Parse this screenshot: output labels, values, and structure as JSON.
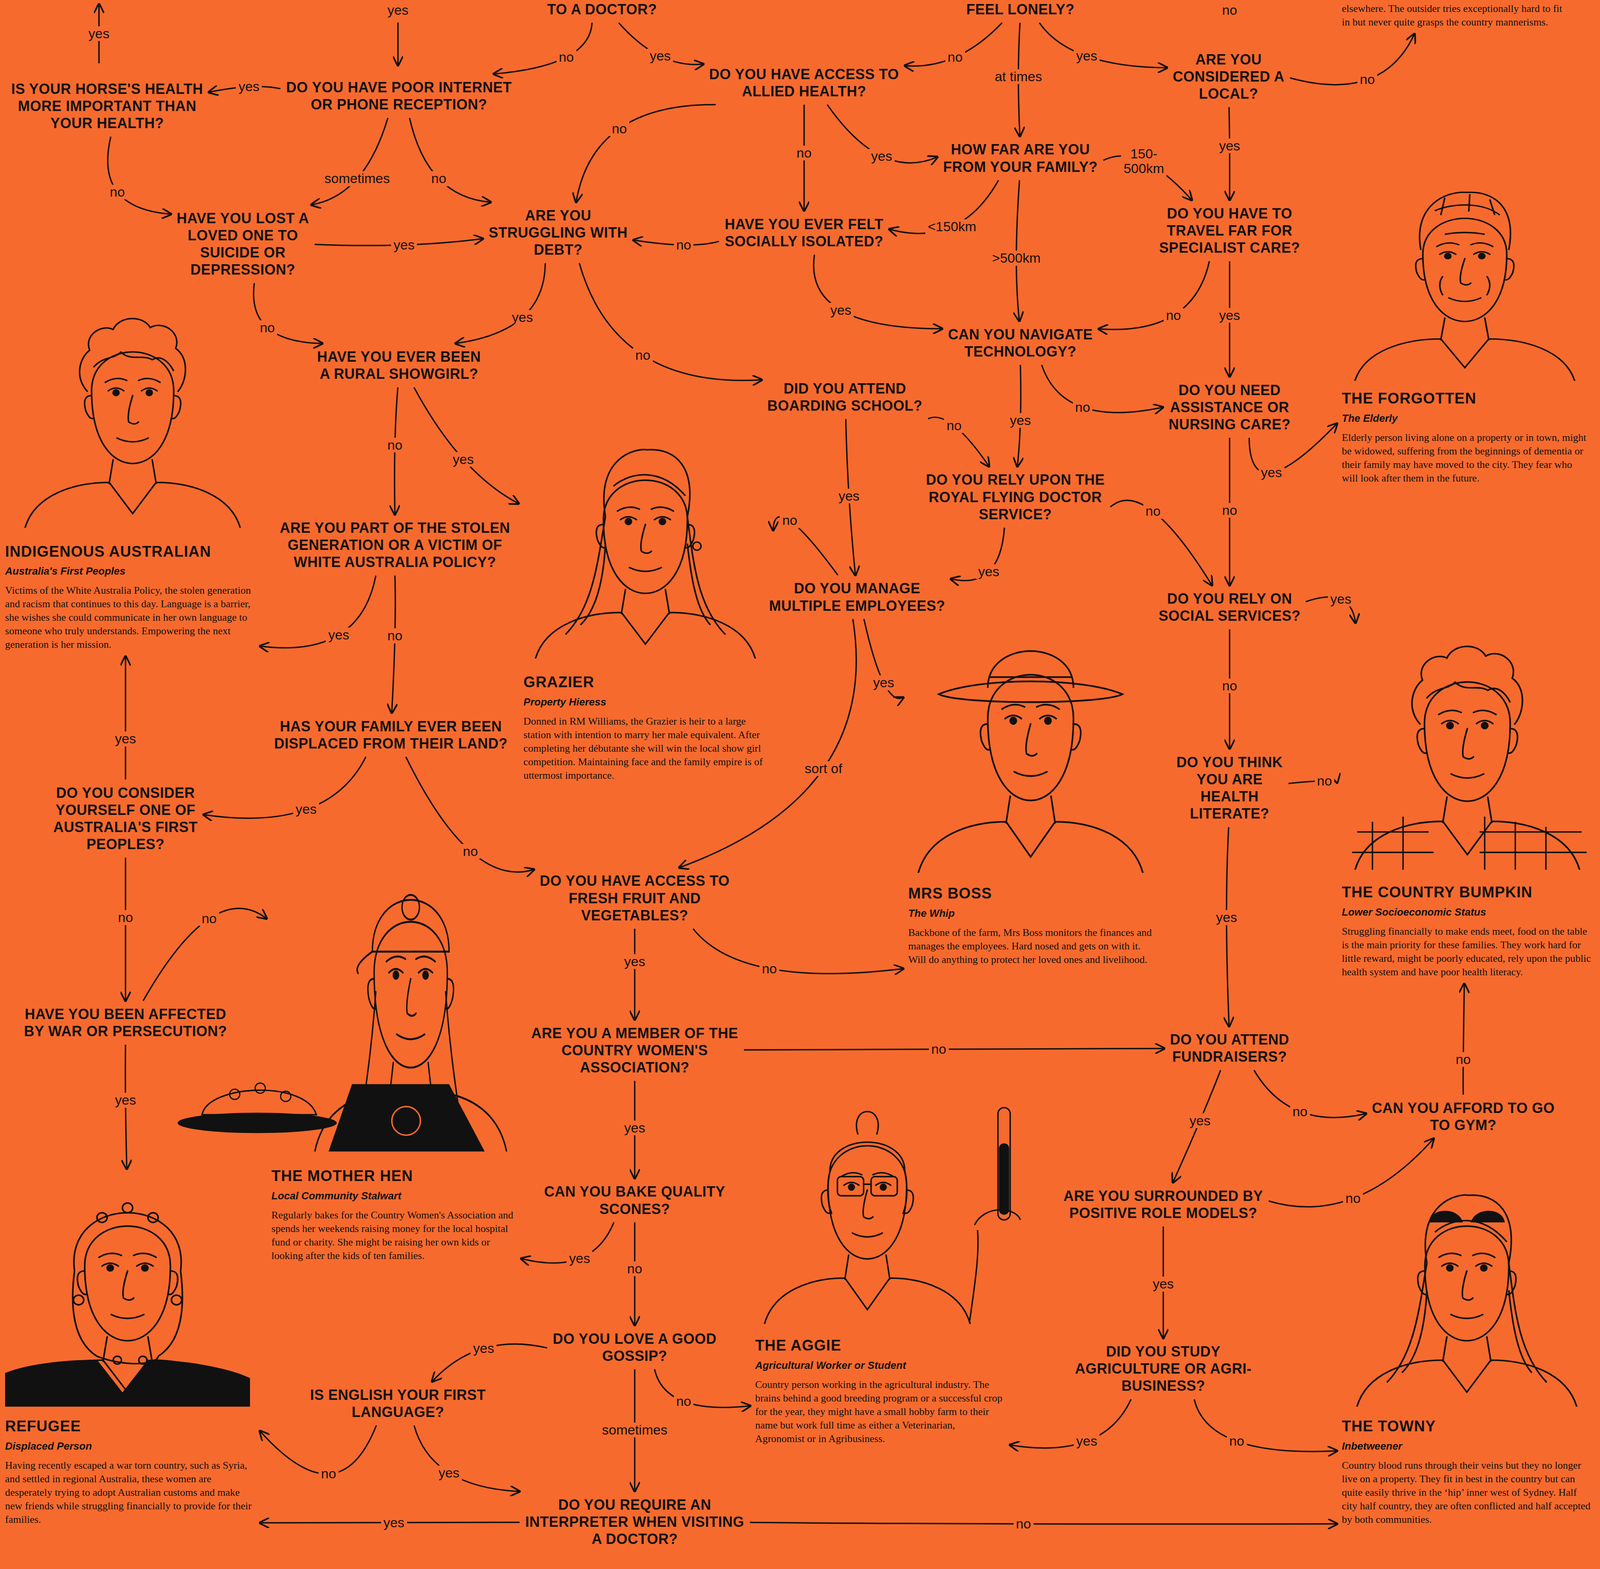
{
  "diagram": {
    "nodes": [
      {
        "text": [
          "TO A DOCTOR?"
        ]
      },
      {
        "text": [
          "FEEL LONELY?"
        ]
      },
      {
        "text": [
          "IS YOUR HORSE'S HEALTH MORE IMPORTANT THAN YOUR HEALTH?"
        ]
      },
      {
        "text": [
          "DO YOU HAVE POOR INTERNET OR PHONE RECEPTION?"
        ]
      },
      {
        "text": [
          "DO YOU HAVE ACCESS TO ALLIED HEALTH?"
        ]
      },
      {
        "text": [
          "ARE YOU CONSIDERED A LOCAL?"
        ]
      },
      {
        "text": [
          "elsewhere. The outsider tries exceptionally hard to fit in but never quite grasps the country mannerisms."
        ]
      },
      {
        "text": [
          "HAVE YOU LOST A LOVED ONE TO SUICIDE OR DEPRESSION?"
        ]
      },
      {
        "text": [
          "ARE YOU STRUGGLING WITH DEBT?"
        ]
      },
      {
        "text": [
          "HAVE YOU EVER FELT SOCIALLY ISOLATED?"
        ]
      },
      {
        "text": [
          "HOW FAR ARE YOU FROM YOUR FAMILY?"
        ]
      },
      {
        "text": [
          "DO YOU HAVE TO TRAVEL FAR FOR SPECIALIST CARE?"
        ]
      },
      {
        "text": [
          "THE FORGOTTEN",
          "The Elderly",
          "Elderly person living alone on a property or in town, might be widowed, suffering from the beginnings of dementia or their family may have moved to the city. They fear who will look after them in the future."
        ]
      },
      {
        "text": [
          "INDIGENOUS AUSTRALIAN",
          "Australia's First Peoples",
          "Victims of the White Australia Policy, the stolen generation and racism that continues to this day. Language is a barrier, she wishes she could communicate in her own language to someone who truly understands. Empowering the next generation is her mission."
        ]
      },
      {
        "text": [
          "HAVE YOU EVER BEEN A RURAL SHOWGIRL?"
        ]
      },
      {
        "text": [
          "CAN YOU NAVIGATE TECHNOLOGY?"
        ]
      },
      {
        "text": [
          "DID YOU ATTEND BOARDING SCHOOL?"
        ]
      },
      {
        "text": [
          "DO YOU NEED ASSISTANCE OR NURSING CARE?"
        ]
      },
      {
        "text": [
          "ARE YOU PART OF THE STOLEN GENERATION OR A VICTIM OF WHITE AUSTRALIA POLICY?"
        ]
      },
      {
        "text": [
          "GRAZIER",
          "Property Hieress",
          "Donned in RM Williams, the Grazier is heir to a large station with intention to marry her male equivalent. After completing her débutante she will win the local show girl competition. Maintaining face and the family empire is of uttermost importance."
        ]
      },
      {
        "text": [
          "DO YOU RELY UPON THE ROYAL FLYING DOCTOR SERVICE?"
        ]
      },
      {
        "text": [
          "DO YOU MANAGE MULTIPLE EMPLOYEES?"
        ]
      },
      {
        "text": [
          "DO YOU RELY ON SOCIAL SERVICES?"
        ]
      },
      {
        "text": [
          "MRS BOSS",
          "The Whip",
          "Backbone of the farm, Mrs Boss monitors the finances and manages the employees. Hard nosed and gets on with it. Will do anything to protect her loved ones and livelihood."
        ]
      },
      {
        "text": [
          "HAS YOUR FAMILY EVER BEEN DISPLACED FROM THEIR LAND?"
        ]
      },
      {
        "text": [
          "DO YOU CONSIDER YOURSELF ONE OF AUSTRALIA'S FIRST PEOPLES?"
        ]
      },
      {
        "text": [
          "DO YOU THINK YOU ARE HEALTH LITERATE?"
        ]
      },
      {
        "text": [
          "THE COUNTRY BUMPKIN",
          "Lower Socioeconomic Status",
          "Struggling financially to make ends meet, food on the table is the main priority for these families. They work hard for little reward, might be poorly educated, rely upon the public health system and have poor health literacy."
        ]
      },
      {
        "text": [
          "DO YOU HAVE ACCESS TO FRESH FRUIT AND VEGETABLES?"
        ]
      },
      {
        "text": [
          "HAVE YOU BEEN AFFECTED BY WAR OR PERSECUTION?"
        ]
      },
      {
        "text": [
          "THE MOTHER HEN",
          "Local Community Stalwart",
          "Regularly bakes for the Country Women's Association and spends her weekends raising money for the local hospital fund or charity. She might be raising her own kids or looking after the kids of ten families."
        ]
      },
      {
        "text": [
          "ARE YOU A MEMBER OF THE COUNTRY WOMEN'S ASSOCIATION?"
        ]
      },
      {
        "text": [
          "DO YOU ATTEND FUNDRAISERS?"
        ]
      },
      {
        "text": [
          "CAN YOU AFFORD TO GO TO GYM?"
        ]
      },
      {
        "text": [
          "REFUGEE",
          "Displaced Person",
          "Having recently escaped a war torn country, such as Syria, and settled in regional Australia, these women are desperately trying to adopt Australian customs and make new friends while struggling financially to provide for their families."
        ]
      },
      {
        "text": [
          "CAN YOU BAKE QUALITY SCONES?"
        ]
      },
      {
        "text": [
          "THE AGGIE",
          "Agricultural Worker or Student",
          "Country person working in the agricultural industry. The brains behind a good breeding program or a successful crop for the year, they might have a small hobby farm to their name but work full time as either a Veterinarian, Agronomist or in Agribusiness."
        ]
      },
      {
        "text": [
          "ARE YOU SURROUNDED BY POSITIVE ROLE MODELS?"
        ]
      },
      {
        "text": [
          "THE TOWNY",
          "Inbetweener",
          "Country blood runs through their veins but they no longer live on a property. They fit in best in the country but can quite easily thrive in the ‘hip’ inner west of Sydney. Half city half country, they are often conflicted and half accepted by both communities."
        ]
      },
      {
        "text": [
          "DO YOU LOVE A GOOD GOSSIP?"
        ]
      },
      {
        "text": [
          "DID YOU STUDY AGRICULTURE OR AGRI-BUSINESS?"
        ]
      },
      {
        "text": [
          "IS ENGLISH YOUR FIRST LANGUAGE?"
        ]
      },
      {
        "text": [
          "DO YOU REQUIRE AN INTERPRETER WHEN VISITING A DOCTOR?"
        ]
      }
    ],
    "edges": [
      {
        "from": 0,
        "to": 3,
        "label": "no",
        "arrow": "to"
      },
      {
        "from": 0,
        "to": 4,
        "label": "yes",
        "arrow": "to"
      },
      {
        "from": 1,
        "to": 4,
        "label": "no",
        "arrow": "to"
      },
      {
        "from": 1,
        "to": 10,
        "label": "at times",
        "arrow": "to"
      },
      {
        "from": 1,
        "to": 5,
        "label": "yes",
        "arrow": "to"
      },
      {
        "from": 3,
        "to": 2,
        "label": "yes",
        "arrow": "to"
      },
      {
        "from": 5,
        "to": 6,
        "label": "no",
        "arrow": "to"
      },
      {
        "from": 2,
        "to": 7,
        "label": "no",
        "arrow": "to"
      },
      {
        "from": 3,
        "to": 7,
        "label": "sometimes",
        "arrow": "to"
      },
      {
        "from": 3,
        "to": 8,
        "label": "no",
        "arrow": "to"
      },
      {
        "from": 4,
        "to": 8,
        "label": "no",
        "arrow": "to"
      },
      {
        "from": 4,
        "to": 9,
        "label": "no",
        "arrow": "to"
      },
      {
        "from": 4,
        "to": 10,
        "label": "yes",
        "arrow": "to"
      },
      {
        "from": 7,
        "to": 8,
        "label": "yes",
        "arrow": "to"
      },
      {
        "from": 9,
        "to": 8,
        "label": "no",
        "arrow": "to"
      },
      {
        "from": 10,
        "to": 9,
        "label": "<150km",
        "arrow": "to"
      },
      {
        "from": 10,
        "to": 11,
        "label": "150- 500km",
        "arrow": "to"
      },
      {
        "from": 10,
        "to": 15,
        "label": ">500km",
        "arrow": "to"
      },
      {
        "from": 5,
        "to": 11,
        "label": "yes",
        "arrow": "to"
      },
      {
        "from": 7,
        "to": 14,
        "label": "no",
        "arrow": "to"
      },
      {
        "from": 8,
        "to": 14,
        "label": "yes",
        "arrow": "to"
      },
      {
        "from": 8,
        "to": 16,
        "label": "no",
        "arrow": "to"
      },
      {
        "from": 9,
        "to": 15,
        "label": "yes",
        "arrow": "to"
      },
      {
        "from": 11,
        "to": 15,
        "label": "no",
        "arrow": "to"
      },
      {
        "from": 11,
        "to": 17,
        "label": "yes",
        "arrow": "to"
      },
      {
        "from": 15,
        "to": 20,
        "label": "yes",
        "arrow": "to"
      },
      {
        "from": 15,
        "to": 17,
        "label": "no",
        "arrow": "to"
      },
      {
        "from": 16,
        "to": 20,
        "label": "no",
        "arrow": "to"
      },
      {
        "from": 16,
        "to": 21,
        "label": "yes",
        "arrow": "to"
      },
      {
        "from": 14,
        "to": 18,
        "label": "no",
        "arrow": "to"
      },
      {
        "from": 14,
        "to": 19,
        "label": "yes",
        "arrow": "to"
      },
      {
        "from": 21,
        "to": 19,
        "label": "no",
        "arrow": "to"
      },
      {
        "from": 20,
        "to": 21,
        "label": "yes",
        "arrow": "to"
      },
      {
        "from": 20,
        "to": 22,
        "label": "no",
        "arrow": "to"
      },
      {
        "from": 17,
        "to": 12,
        "label": "yes",
        "arrow": "to"
      },
      {
        "from": 17,
        "to": 22,
        "label": "no",
        "arrow": "to"
      },
      {
        "from": 18,
        "to": 13,
        "label": "yes",
        "arrow": "to"
      },
      {
        "from": 18,
        "to": 24,
        "label": "no",
        "arrow": "to"
      },
      {
        "from": 21,
        "to": 23,
        "label": "yes",
        "arrow": "to"
      },
      {
        "from": 21,
        "to": 28,
        "label": "sort of",
        "arrow": "to"
      },
      {
        "from": 22,
        "to": 27,
        "label": "yes",
        "arrow": "to"
      },
      {
        "from": 22,
        "to": 26,
        "label": "no",
        "arrow": "to"
      },
      {
        "from": 24,
        "to": 25,
        "label": "yes",
        "arrow": "to"
      },
      {
        "from": 24,
        "to": 28,
        "label": "no",
        "arrow": "to"
      },
      {
        "from": 25,
        "to": 13,
        "label": "yes",
        "arrow": "to"
      },
      {
        "from": 25,
        "to": 29,
        "label": "no",
        "arrow": "to"
      },
      {
        "from": 26,
        "to": 27,
        "label": "no",
        "arrow": "to"
      },
      {
        "from": 26,
        "to": 32,
        "label": "yes",
        "arrow": "to"
      },
      {
        "from": 28,
        "to": 23,
        "label": "no",
        "arrow": "to"
      },
      {
        "from": 28,
        "to": 31,
        "label": "yes",
        "arrow": "to"
      },
      {
        "from": 29,
        "to": 30,
        "label": "no",
        "arrow": "to"
      },
      {
        "from": 29,
        "to": 34,
        "label": "yes",
        "arrow": "to"
      },
      {
        "from": 31,
        "to": 32,
        "label": "no",
        "arrow": "to"
      },
      {
        "from": 31,
        "to": 35,
        "label": "yes",
        "arrow": "to"
      },
      {
        "from": 32,
        "to": 37,
        "label": "yes",
        "arrow": "to"
      },
      {
        "from": 32,
        "to": 33,
        "label": "no",
        "arrow": "to"
      },
      {
        "from": 33,
        "to": 27,
        "label": "no",
        "arrow": "to"
      },
      {
        "from": 37,
        "to": 33,
        "label": "no",
        "arrow": "to"
      },
      {
        "from": 37,
        "to": 40,
        "label": "yes",
        "arrow": "to"
      },
      {
        "from": 35,
        "to": 30,
        "label": "yes",
        "arrow": "to"
      },
      {
        "from": 35,
        "to": 39,
        "label": "no",
        "arrow": "to"
      },
      {
        "from": 39,
        "to": 41,
        "label": "yes",
        "arrow": "to"
      },
      {
        "from": 39,
        "to": 36,
        "label": "no",
        "arrow": "to"
      },
      {
        "from": 39,
        "to": 42,
        "label": "sometimes",
        "arrow": "to"
      },
      {
        "from": 40,
        "to": 36,
        "label": "yes",
        "arrow": "to"
      },
      {
        "from": 40,
        "to": 38,
        "label": "no",
        "arrow": "to"
      },
      {
        "from": 41,
        "to": 34,
        "label": "no",
        "arrow": "to"
      },
      {
        "from": 41,
        "to": 42,
        "label": "yes",
        "arrow": "to"
      },
      {
        "from": 42,
        "to": 34,
        "label": "yes",
        "arrow": "to"
      },
      {
        "from": 42,
        "to": 38,
        "label": "no",
        "arrow": "to"
      }
    ],
    "labels": [
      "yes",
      "yes",
      "no"
    ]
  }
}
